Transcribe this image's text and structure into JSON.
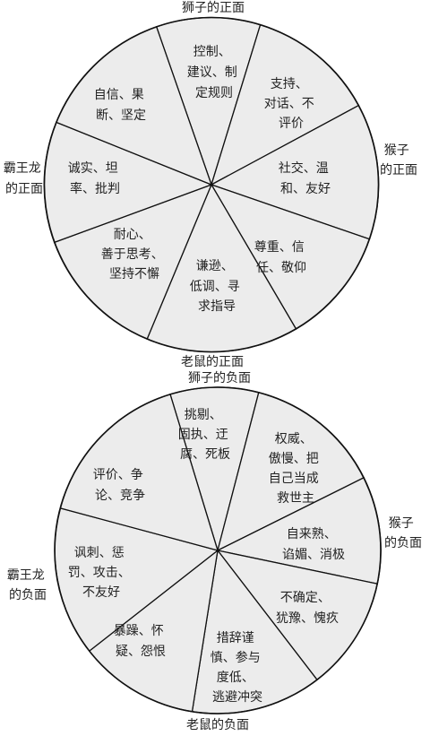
{
  "wheels": [
    {
      "top_label": "狮子的正面",
      "right_label": [
        "猴子",
        "的正面"
      ],
      "bottom_label": "老鼠的正面",
      "left_label": [
        "霸王龙",
        "的正面"
      ],
      "segments": [
        {
          "lines": [
            "控制、",
            "建议、制",
            "定规则"
          ]
        },
        {
          "lines": [
            "支持、",
            "对话、不",
            "评价"
          ]
        },
        {
          "lines": [
            "社交、温",
            "和、友好"
          ]
        },
        {
          "lines": [
            "尊重、信",
            "任、敬仰"
          ]
        },
        {
          "lines": [
            "谦逊、",
            "低调、寻",
            "求指导"
          ]
        },
        {
          "lines": [
            "耐心、",
            "善于思考、",
            "坚持不懈"
          ]
        },
        {
          "lines": [
            "诚实、坦",
            "率、批判"
          ]
        },
        {
          "lines": [
            "自信、果",
            "断、坚定"
          ]
        }
      ]
    },
    {
      "top_label": "狮子的负面",
      "right_label": [
        "猴子",
        "的负面"
      ],
      "bottom_label": "老鼠的负面",
      "left_label": [
        "霸王龙",
        "的负面"
      ],
      "segments": [
        {
          "lines": [
            "挑剔、",
            "固执、迂",
            "腐、死板"
          ]
        },
        {
          "lines": [
            "权威、",
            "傲慢、把",
            "自己当成",
            "救世主"
          ]
        },
        {
          "lines": [
            "自来熟、",
            "谄媚、消极"
          ]
        },
        {
          "lines": [
            "不确定、",
            "犹豫、愧疚"
          ]
        },
        {
          "lines": [
            "措辞谨",
            "慎、参与",
            "度低、",
            "逃避冲突"
          ]
        },
        {
          "lines": [
            "暴躁、怀",
            "疑、怨恨"
          ]
        },
        {
          "lines": [
            "讽刺、惩",
            "罚、攻击、",
            "不友好"
          ]
        },
        {
          "lines": [
            "评价、争",
            "论、竞争"
          ]
        }
      ]
    }
  ]
}
